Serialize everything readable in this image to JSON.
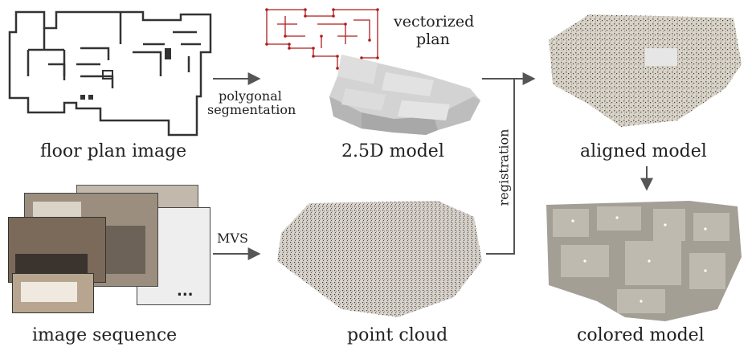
{
  "captions": {
    "floor_plan": "floor plan image",
    "model_25d": "2.5D model",
    "aligned": "aligned model",
    "image_seq": "image sequence",
    "point_cloud": "point cloud",
    "colored": "colored model"
  },
  "labels": {
    "vectorized_line1": "vectorized",
    "vectorized_line2": "plan",
    "polygonal_line1": "polygonal",
    "polygonal_line2": "segmentation",
    "mvs": "MVS",
    "registration": "registration",
    "ellipsis": "..."
  },
  "colors": {
    "arrow": "#555555",
    "plan_line": "#333333",
    "vector_plan": "#b01c1c",
    "model_gray": "#cfcfcf"
  }
}
